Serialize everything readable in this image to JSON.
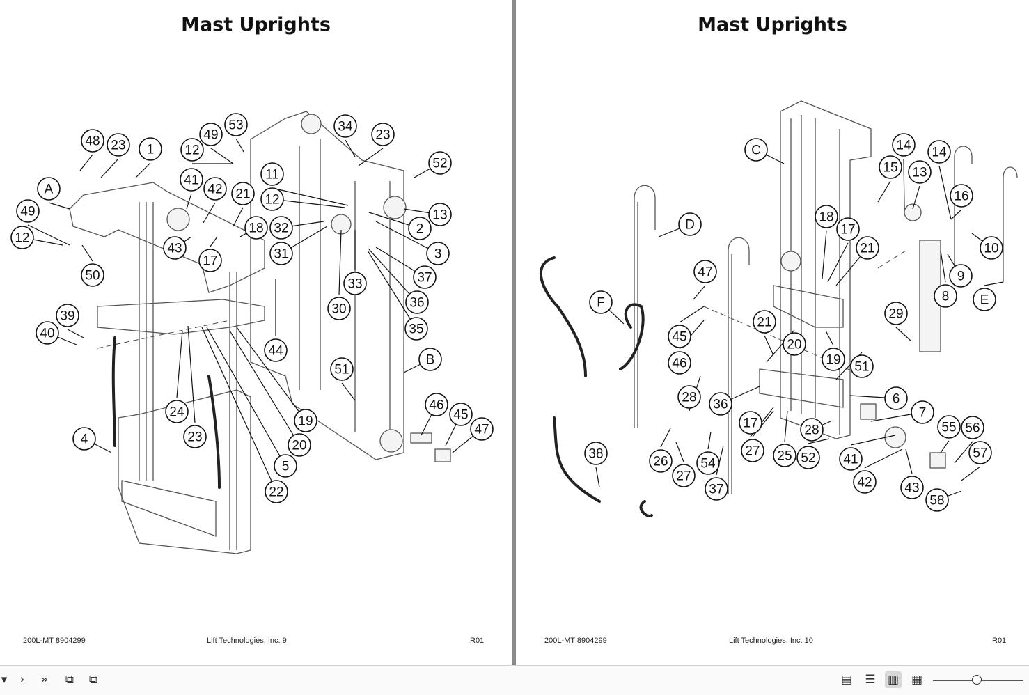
{
  "pages": [
    {
      "title": "Mast Uprights",
      "footer": {
        "left": "200L-MT 8904299",
        "center": "Lift Technologies, Inc. 9",
        "right": "R01"
      },
      "callouts": [
        "48",
        "23",
        "1",
        "A",
        "49",
        "12",
        "50",
        "41",
        "42",
        "43",
        "49",
        "53",
        "12",
        "17",
        "21",
        "18",
        "32",
        "31",
        "11",
        "12",
        "34",
        "23",
        "52",
        "13",
        "2",
        "3",
        "37",
        "36",
        "35",
        "30",
        "33",
        "44",
        "39",
        "40",
        "24",
        "23",
        "4",
        "19",
        "20",
        "5",
        "22",
        "51",
        "B",
        "46",
        "45",
        "47"
      ]
    },
    {
      "title": "Mast Uprights",
      "footer": {
        "left": "200L-MT 8904299",
        "center": "Lift Technologies, Inc. 10",
        "right": "R01"
      },
      "callouts": [
        "C",
        "D",
        "14",
        "14",
        "15",
        "13",
        "16",
        "10",
        "9",
        "8",
        "E",
        "47",
        "45",
        "46",
        "F",
        "21",
        "18",
        "17",
        "21",
        "20",
        "19",
        "51",
        "29",
        "6",
        "7",
        "28",
        "36",
        "17",
        "27",
        "25",
        "28",
        "52",
        "41",
        "42",
        "43",
        "55",
        "56",
        "57",
        "58",
        "26",
        "54",
        "27",
        "37",
        "38"
      ]
    }
  ],
  "toolbar": {
    "buttons": [
      "dropdown-icon",
      "next-page-icon",
      "last-page-icon",
      "rotate-icon",
      "rotate-alt-icon",
      "single-page-icon",
      "continuous-page-icon",
      "two-page-icon",
      "two-page-continuous-icon"
    ],
    "zoom_level": 0.45
  }
}
